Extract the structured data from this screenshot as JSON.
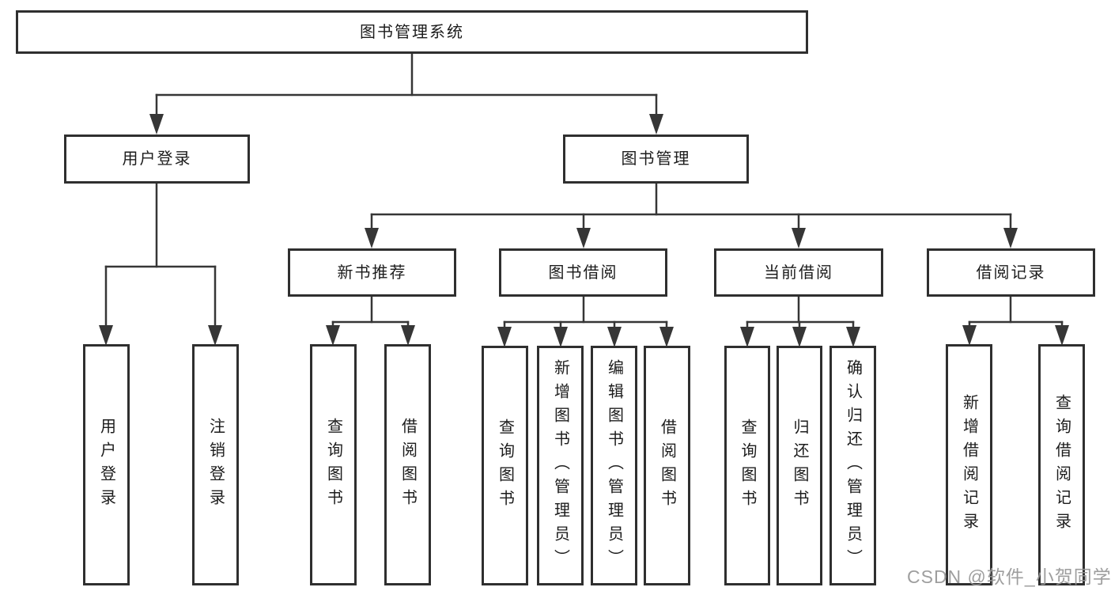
{
  "page": {
    "background": "#ffffff",
    "line_color": "#363636",
    "border_color": "#2f2f2f",
    "text_color": "#1c1c1c"
  },
  "nodes": {
    "root": "图书管理系统",
    "user_login": "用户登录",
    "book_mgmt": "图书管理",
    "new_book_rec": "新书推荐",
    "book_borrow": "图书借阅",
    "current_borrow": "当前借阅",
    "borrow_records": "借阅记录",
    "leaf_user_login": "用户登录",
    "leaf_logout": "注销登录",
    "leaf_query_book_1": "查询图书",
    "leaf_borrow_book_1": "借阅图书",
    "leaf_query_book_2": "查询图书",
    "leaf_add_book": "新增图书（管理员）",
    "leaf_edit_book": "编辑图书（管理员）",
    "leaf_borrow_book_2": "借阅图书",
    "leaf_query_book_3": "查询图书",
    "leaf_return_book": "归还图书",
    "leaf_confirm_return": "确认归还（管理员）",
    "leaf_add_borrow_record": "新增借阅记录",
    "leaf_query_borrow_record": "查询借阅记录"
  },
  "watermark": "CSDN @软件_小贺同学"
}
